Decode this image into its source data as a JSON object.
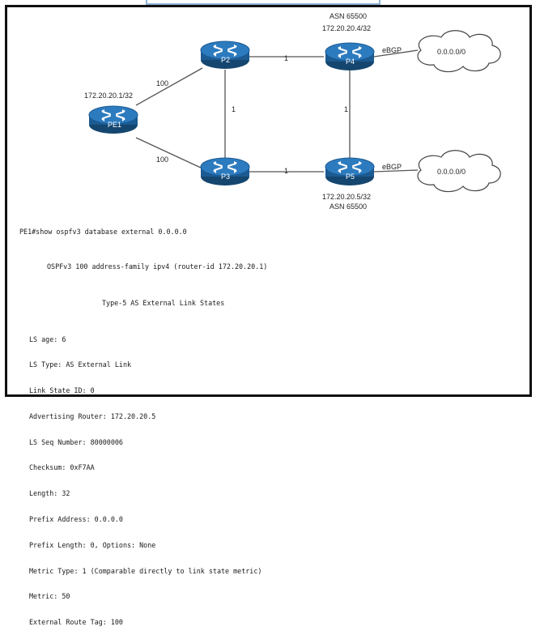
{
  "diagram": {
    "routers": {
      "pe1": "PE1",
      "p2": "P2",
      "p3": "P3",
      "p4": "P4",
      "p5": "P5"
    },
    "address_labels": {
      "pe1": "172.20.20.1/32",
      "p4": "172.20.20.4/32",
      "p5": "172.20.20.5/32"
    },
    "asn_labels": {
      "p4": "ASN 65500",
      "p5": "ASN 65500"
    },
    "link_costs": {
      "pe1_p2": "100",
      "pe1_p3": "100",
      "p2_p4": "1",
      "p2_p3": "1",
      "p4_p5": "1",
      "p3_p5": "1"
    },
    "ebgp_labels": {
      "p4": "eBGP",
      "p5": "eBGP"
    },
    "clouds": {
      "top": "0.0.0.0/0",
      "bottom": "0.0.0.0/0"
    }
  },
  "cli": {
    "command": "PE1#show ospfv3 database external 0.0.0.0",
    "process": "OSPFv3 100 address-family ipv4 (router-id 172.20.20.1)",
    "section": "Type-5 AS External Link States",
    "fields": [
      "LS age: 6",
      "LS Type: AS External Link",
      "Link State ID: 0",
      "Advertising Router: 172.20.20.5",
      "LS Seq Number: 80000006",
      "Checksum: 0xF7AA",
      "Length: 32",
      "Prefix Address: 0.0.0.0",
      "Prefix Length: 0, Options: None",
      "Metric Type: 1 (Comparable directly to link state metric)",
      "Metric: 50",
      "External Route Tag: 100"
    ]
  },
  "colors": {
    "router_fill": "#1c5a92",
    "router_top": "#2d7bbf",
    "link": "#555555",
    "frame": "#111111"
  }
}
